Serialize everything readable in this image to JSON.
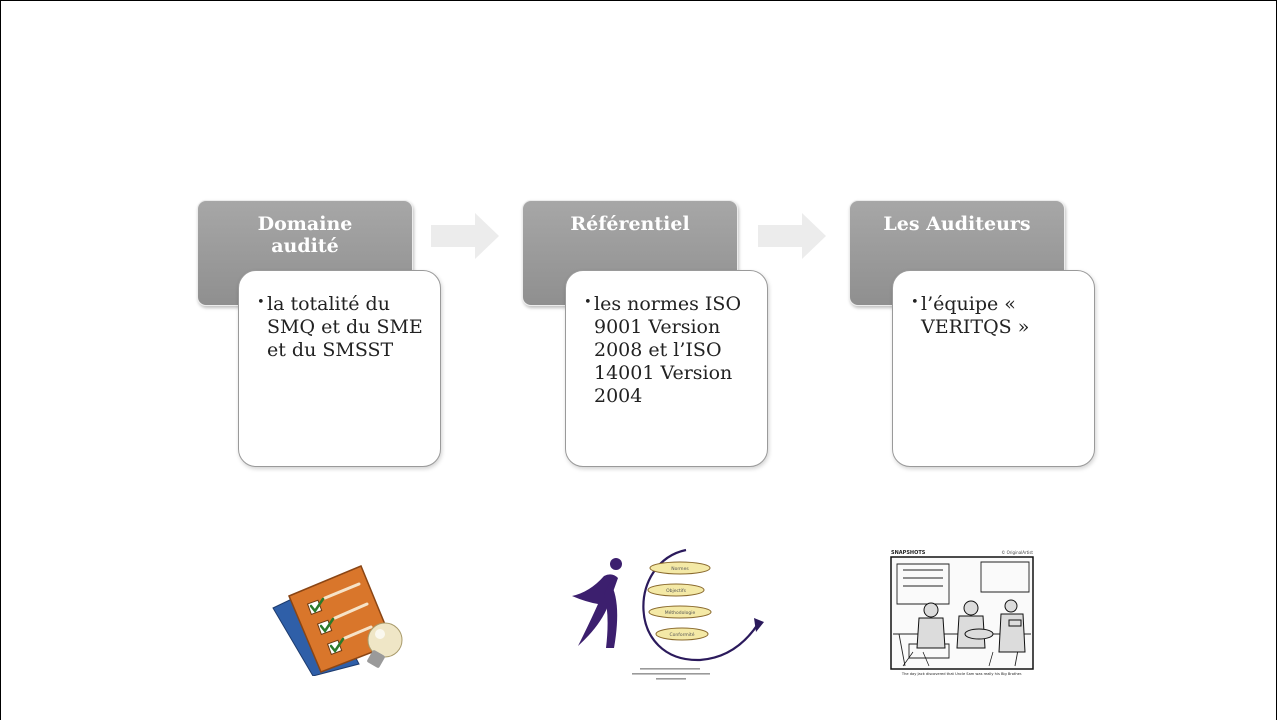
{
  "steps": [
    {
      "title": "Domaine audité",
      "bullet": "la totalité du SMQ et du SME et du SMSST"
    },
    {
      "title": "Référentiel",
      "bullet": "les normes ISO 9001 Version 2008 et l’ISO 14001 Version 2004"
    },
    {
      "title": "Les Auditeurs",
      "bullet": "l’équipe « VERITQS »"
    }
  ],
  "colors": {
    "header_fill": "#9b9b9b",
    "arrow_fill": "#ececec",
    "box_border": "#9a9a9a"
  },
  "illustrations": {
    "first": {
      "icon": "checklist-lightbulb-icon"
    },
    "second": {
      "icon": "figure-arc-diagram",
      "labels": [
        "Normes",
        "Objectifs",
        "Méthodologie",
        "Conformité"
      ]
    },
    "third": {
      "icon": "comic-strip",
      "header_left": "SNAPSHOTS",
      "header_right": "© OriginalArtist",
      "caption": "The day Jack discovered that Uncle Sam was really his Big Brother."
    }
  }
}
